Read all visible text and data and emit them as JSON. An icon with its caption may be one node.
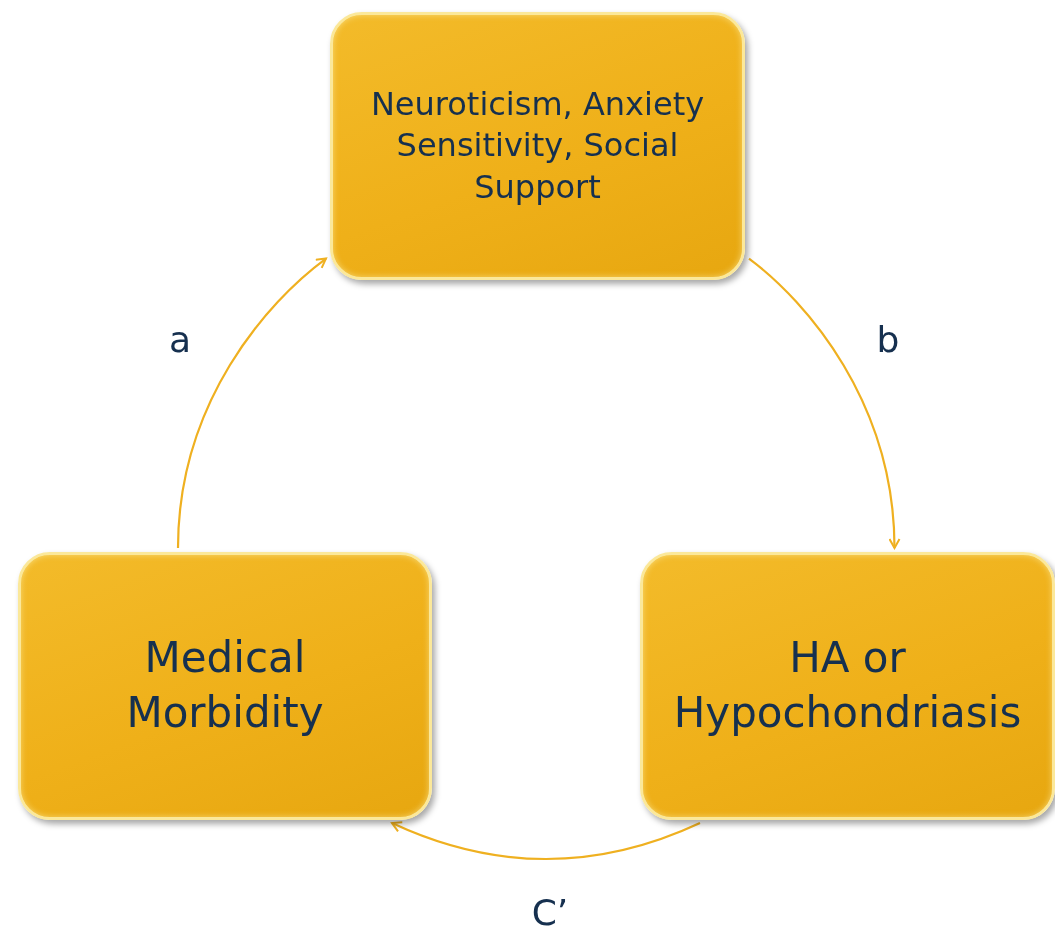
{
  "diagram": {
    "nodes": [
      {
        "text": [
          "Neuroticism, Anxiety Sensitivity, Social Support"
        ]
      },
      {
        "text": [
          "Medical Morbidity"
        ]
      },
      {
        "text": [
          "HA or Hypochondriasis"
        ]
      }
    ],
    "edges": [
      {
        "from": 1,
        "to": 0,
        "arrow": "to",
        "label": "a"
      },
      {
        "from": 0,
        "to": 2,
        "arrow": "to",
        "label": "b"
      },
      {
        "from": 2,
        "to": 1,
        "arrow": "to",
        "label": "C’"
      }
    ]
  }
}
